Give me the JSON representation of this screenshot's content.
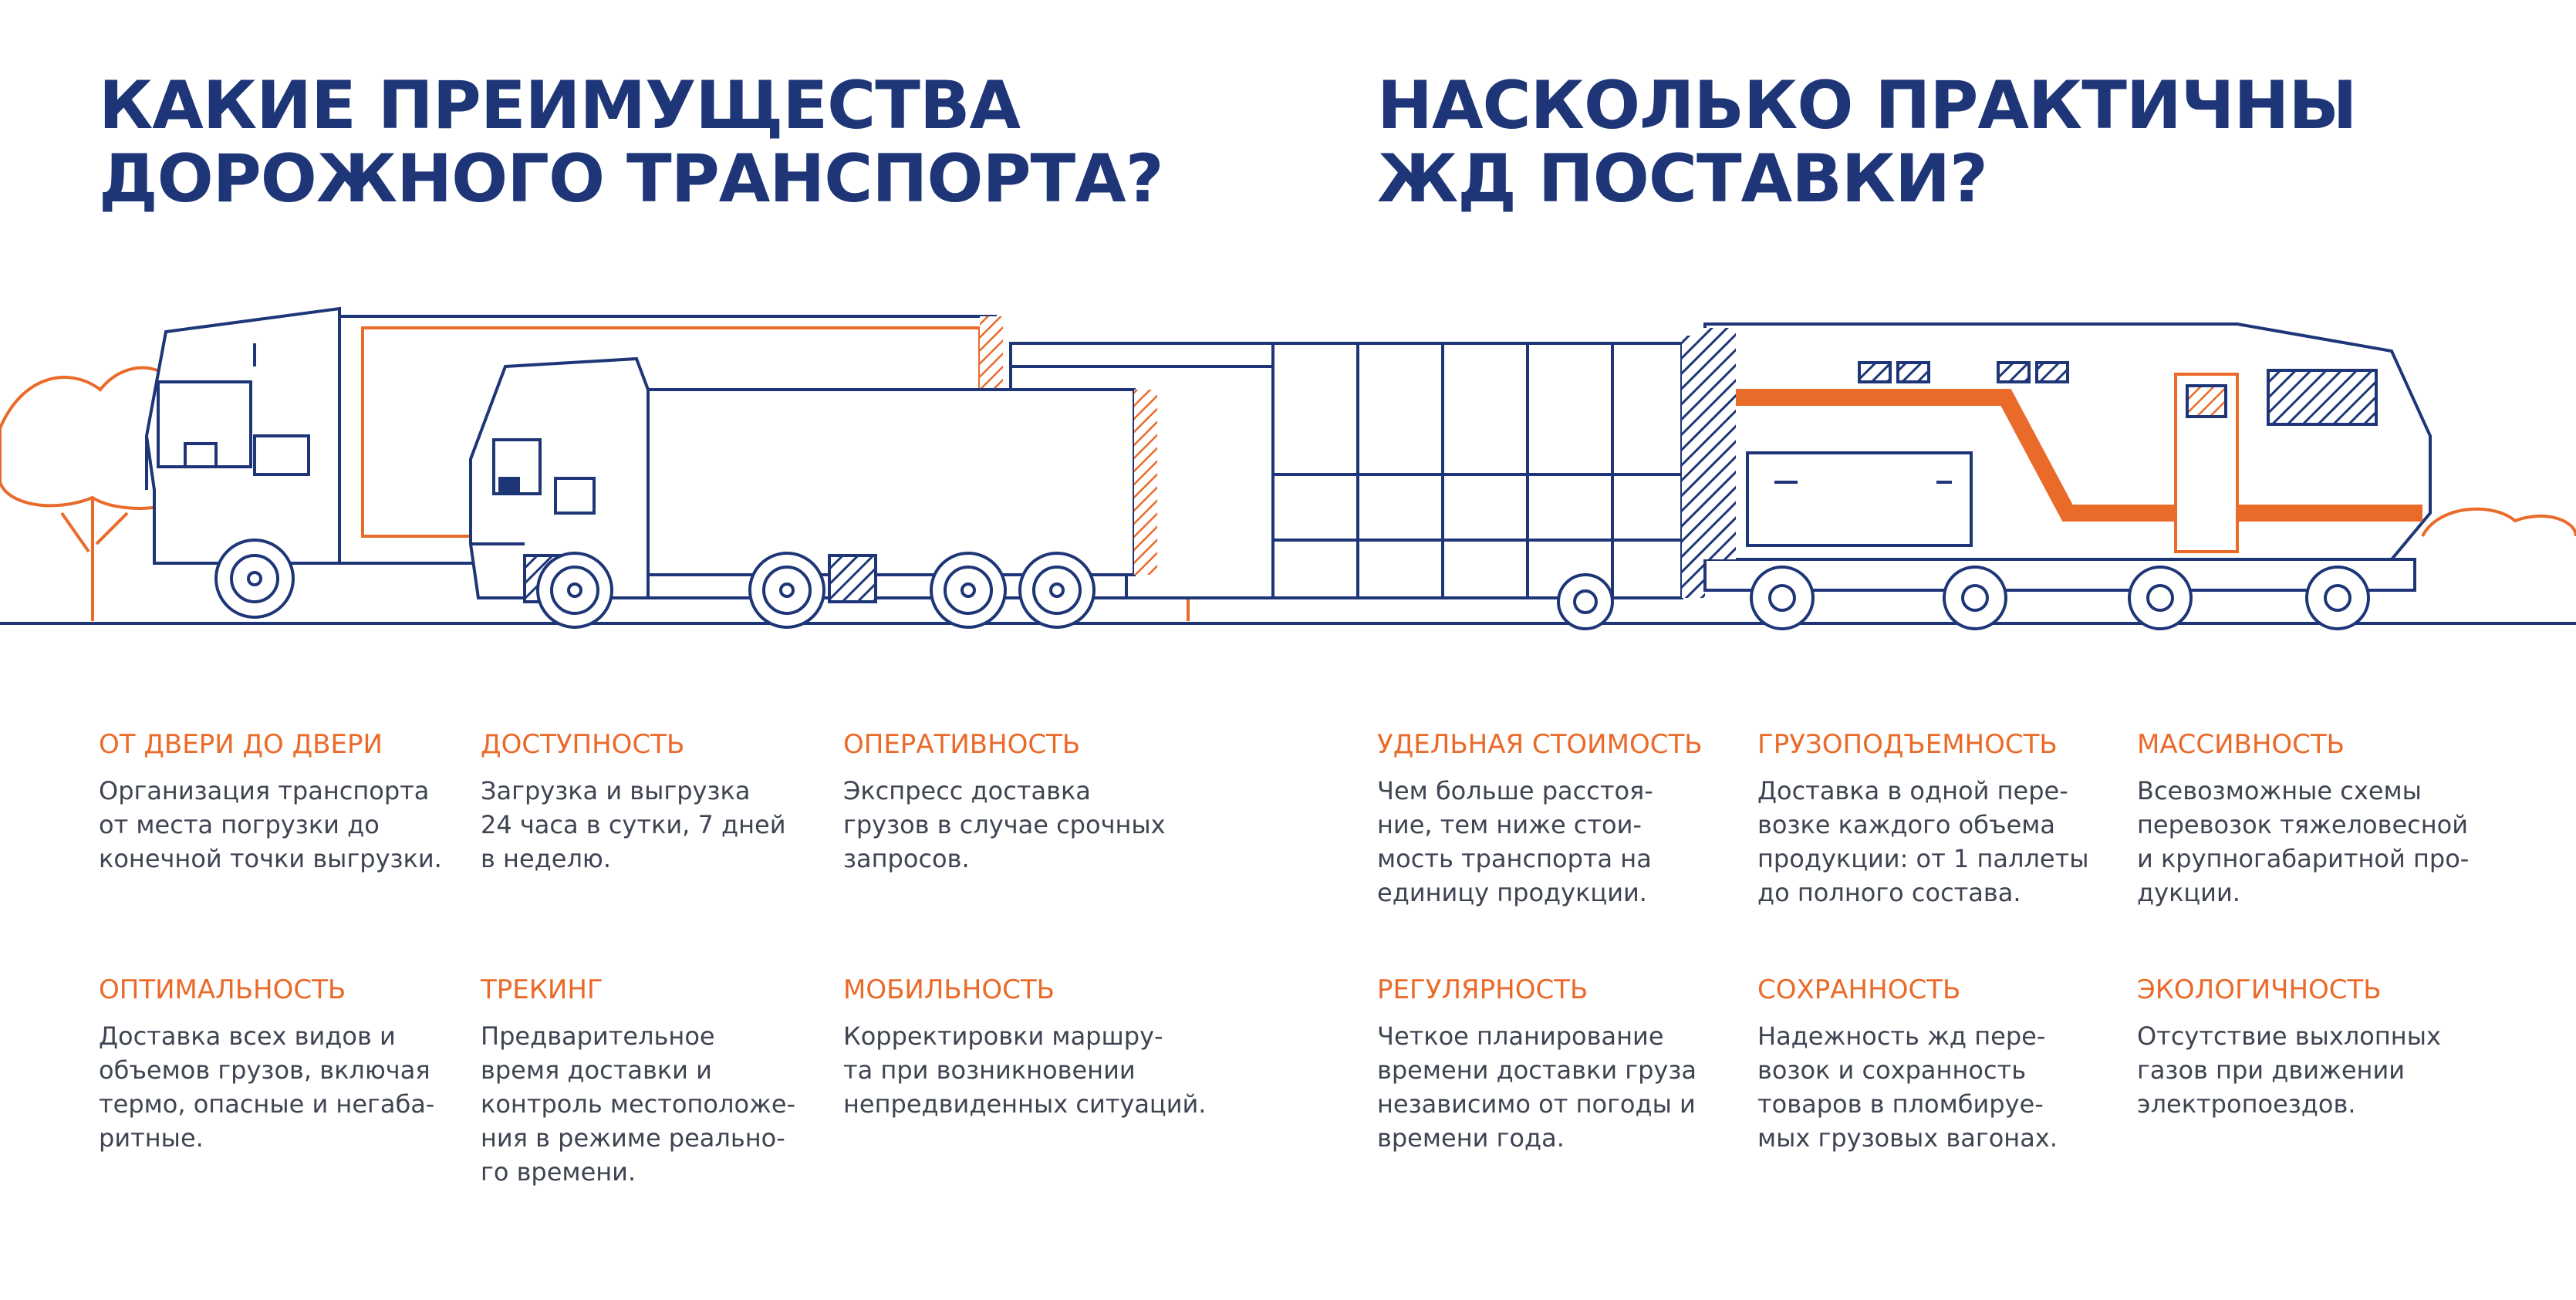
{
  "headings": {
    "left": [
      "КАКИЕ ПРЕИМУЩЕСТВА",
      "ДОРОЖНОГО ТРАНСПОРТА?"
    ],
    "right": [
      "НАСКОЛЬКО ПРАКТИЧНЫ",
      "ЖД ПОСТАВКИ?"
    ]
  },
  "colors": {
    "navy": "#1e3677",
    "orange": "#ea6a2a",
    "text": "#3f4452"
  },
  "road": {
    "row1": [
      {
        "title": "ОТ ДВЕРИ ДО ДВЕРИ",
        "lines": [
          "Организация транспорта",
          "от места погрузки до",
          "конечной точки выгрузки."
        ]
      },
      {
        "title": "ДОСТУПНОСТЬ",
        "lines": [
          "Загрузка и выгрузка",
          "24 часа в сутки, 7 дней",
          "в неделю."
        ]
      },
      {
        "title": "ОПЕРАТИВНОСТЬ",
        "lines": [
          "Экспресс доставка",
          "грузов в случае срочных",
          "запросов."
        ]
      }
    ],
    "row2": [
      {
        "title": "ОПТИМАЛЬНОСТЬ",
        "lines": [
          "Доставка всех видов и",
          "объемов грузов, включая",
          "термо, опасные и негаба-",
          "ритные."
        ]
      },
      {
        "title": "ТРЕКИНГ",
        "lines": [
          "Предварительное",
          "время доставки и",
          "контроль местоположе-",
          "ния в режиме реально-",
          "го времени."
        ]
      },
      {
        "title": "МОБИЛЬНОСТЬ",
        "lines": [
          "Корректировки маршру-",
          "та при возникновении",
          "непредвиденных ситуаций."
        ]
      }
    ]
  },
  "rail": {
    "row1": [
      {
        "title": "УДЕЛЬНАЯ СТОИМОСТЬ",
        "lines": [
          "Чем больше расстоя-",
          "ние, тем ниже стои-",
          "мость транспорта на",
          "единицу продукции."
        ]
      },
      {
        "title": "ГРУЗОПОДЪЕМНОСТЬ",
        "lines": [
          "Доставка в одной пере-",
          "возке каждого объема",
          "продукции: от 1 паллеты",
          "до полного состава."
        ]
      },
      {
        "title": "МАССИВНОСТЬ",
        "lines": [
          "Всевозможные схемы",
          "перевозок тяжеловесной",
          "и крупногабаритной про-",
          "дукции."
        ]
      }
    ],
    "row2": [
      {
        "title": "РЕГУЛЯРНОСТЬ",
        "lines": [
          "Четкое планирование",
          "времени доставки груза",
          "независимо от погоды и",
          "времени года."
        ]
      },
      {
        "title": "СОХРАННОСТЬ",
        "lines": [
          "Надежность жд пере-",
          "возок и сохранность",
          "товаров в пломбируе-",
          "мых грузовых вагонах."
        ]
      },
      {
        "title": "ЭКОЛОГИЧНОСТЬ",
        "lines": [
          "Отсутствие выхлопных",
          "газов при движении",
          "электропоездов."
        ]
      }
    ]
  }
}
